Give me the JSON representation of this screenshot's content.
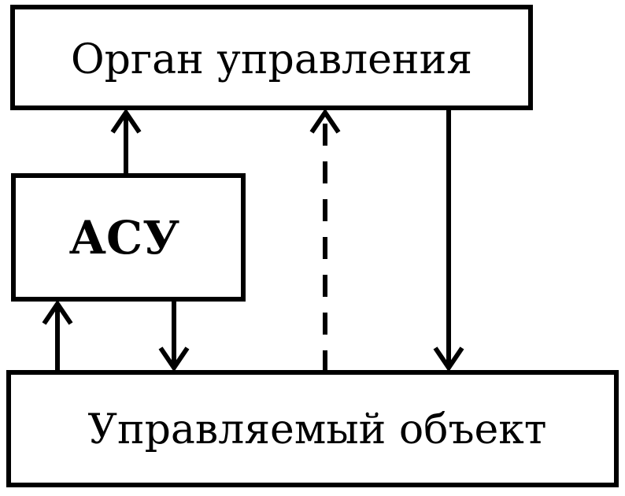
{
  "diagram": {
    "nodes": {
      "control_body": {
        "label": "Орган управления"
      },
      "acs": {
        "label": "АСУ"
      },
      "managed_object": {
        "label": "Управляемый объект"
      }
    },
    "edges": [
      {
        "from": "acs",
        "to": "control_body",
        "style": "solid"
      },
      {
        "from": "managed_object",
        "to": "acs",
        "style": "solid"
      },
      {
        "from": "acs",
        "to": "managed_object",
        "style": "solid"
      },
      {
        "from": "managed_object",
        "to": "control_body",
        "style": "dashed"
      },
      {
        "from": "control_body",
        "to": "managed_object",
        "style": "solid"
      }
    ]
  }
}
